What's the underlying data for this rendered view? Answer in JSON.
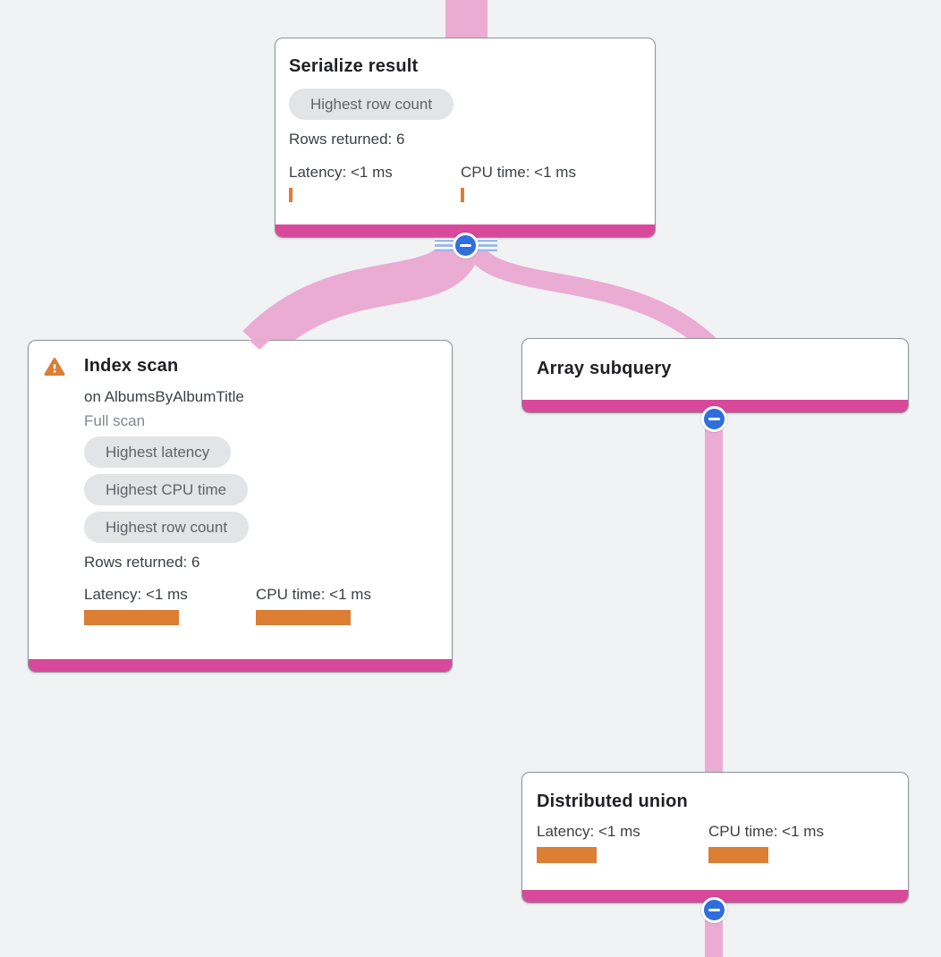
{
  "view": {
    "name": "query-plan-graph",
    "background": "#f1f2f4"
  },
  "colors": {
    "edge_pink": "#ebacd4",
    "node_accent_pink": "#d8499c",
    "metric_bar_orange": "#dc7e33",
    "collapse_button_blue": "#2f6edd",
    "chip_bg": "#e3e4e6",
    "chip_text": "#5f6368",
    "title_text": "#202124",
    "body_text": "#3c4043",
    "muted_text": "#82878d"
  },
  "icons": {
    "warning": "warning-triangle-icon",
    "collapse": "collapse-minus-icon"
  },
  "nodes": {
    "serialize_result": {
      "title": "Serialize result",
      "badges": [
        "Highest row count"
      ],
      "rows_returned": "Rows returned: 6",
      "latency": "Latency: <1 ms",
      "cpu_time": "CPU time: <1 ms"
    },
    "index_scan": {
      "title": "Index scan",
      "subtitle": "on AlbumsByAlbumTitle",
      "scan_type": "Full scan",
      "badges": [
        "Highest latency",
        "Highest CPU time",
        "Highest row count"
      ],
      "rows_returned": "Rows returned: 6",
      "latency": "Latency: <1 ms",
      "cpu_time": "CPU time: <1 ms"
    },
    "array_subquery": {
      "title": "Array subquery"
    },
    "distributed_union": {
      "title": "Distributed union",
      "latency": "Latency: <1 ms",
      "cpu_time": "CPU time: <1 ms"
    }
  }
}
